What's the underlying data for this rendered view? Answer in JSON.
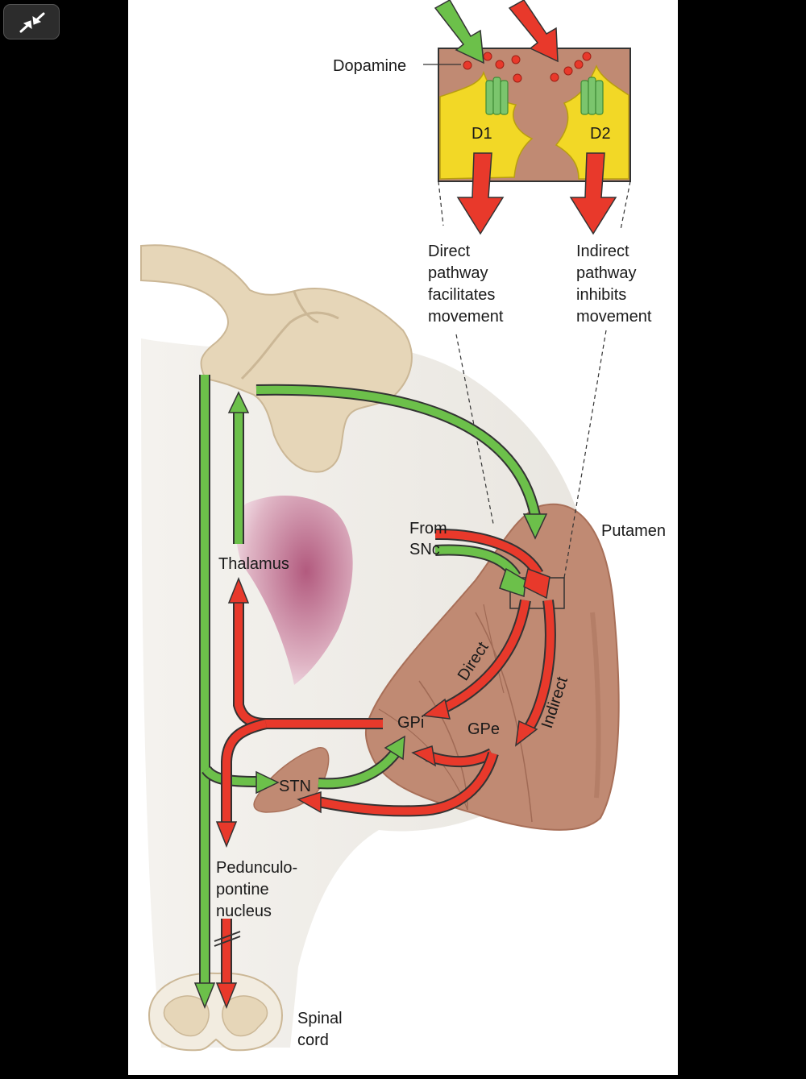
{
  "viewer": {
    "collapse_icon": "collapse-arrows-icon"
  },
  "labels": {
    "dopamine": "Dopamine",
    "d1": "D1",
    "d2": "D2",
    "direct_caption": [
      "Direct",
      "pathway",
      "facilitates",
      "movement"
    ],
    "indirect_caption": [
      "Indirect",
      "pathway",
      "inhibits",
      "movement"
    ],
    "putamen": "Putamen",
    "from_snc": [
      "From",
      "SNc"
    ],
    "thalamus": "Thalamus",
    "direct": "Direct",
    "indirect": "Indirect",
    "gpi": "GPi",
    "gpe": "GPe",
    "stn": "STN",
    "ppn": [
      "Pedunculo-",
      "pontine",
      "nucleus"
    ],
    "spinal_cord": [
      "Spinal",
      "cord"
    ]
  },
  "colors": {
    "excitatory": "#6cc04a",
    "inhibitory": "#e8392b",
    "putamen": "#c08a73",
    "cortex": "#e6d6b8",
    "neuron": "#f2d826"
  }
}
